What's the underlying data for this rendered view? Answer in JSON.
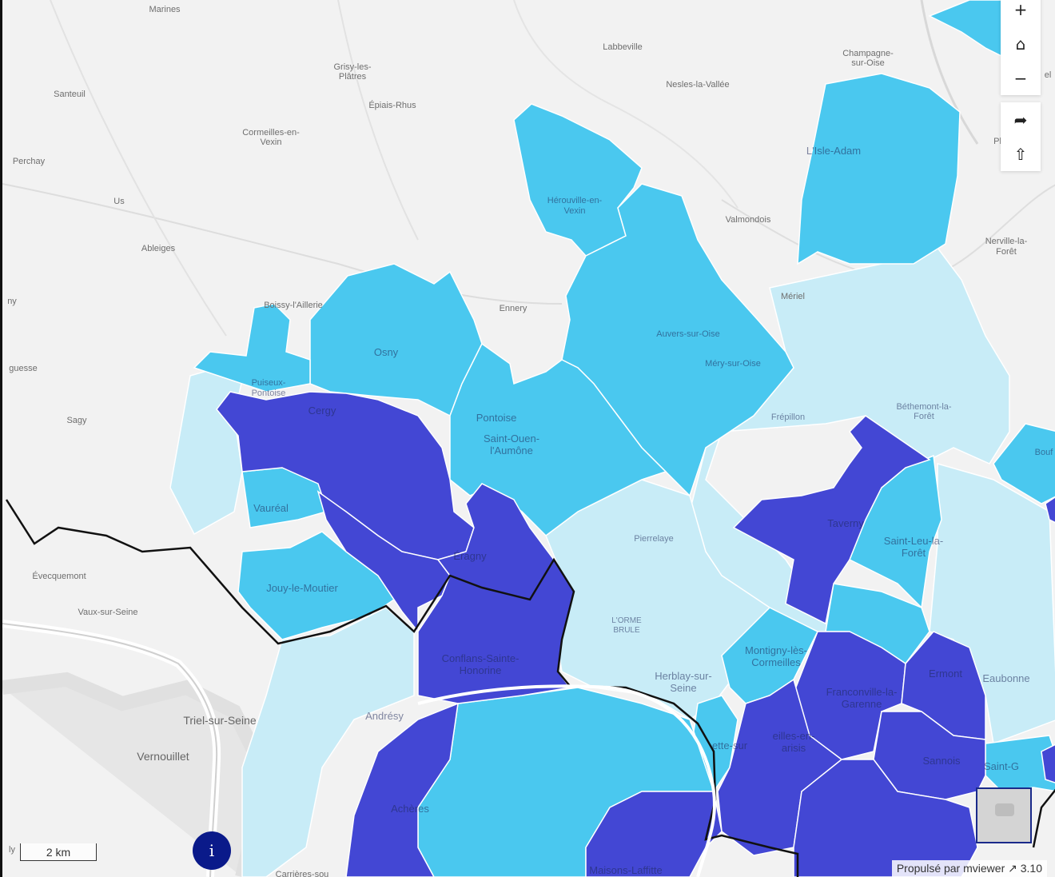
{
  "map": {
    "base_labels": {
      "marines": "Marines",
      "labbeville": "Labbeville",
      "champagne_1": "Champagne-",
      "champagne_2": "sur-Oise",
      "grisy_1": "Grisy-les-",
      "grisy_2": "Plâtres",
      "santeuil": "Santeuil",
      "nesles": "Nesles-la-Vallée",
      "epiais": "Épiais-Rhus",
      "cormeilles_vexin_1": "Cormeilles-en-",
      "cormeilles_vexin_2": "Vexin",
      "perchay": "Perchay",
      "us": "Us",
      "valmondois": "Valmondois",
      "nerville_1": "Nerville-la-",
      "nerville_2": "Forêt",
      "ableiges": "Ableiges",
      "meriel": "Mériel",
      "ennery": "Ennery",
      "boissy": "Boissy-l'Aillerie",
      "ny": "ny",
      "guesse": "guesse",
      "sagy": "Sagy",
      "evecquemont": "Évecquemont",
      "vaux": "Vaux-sur-Seine",
      "triel": "Triel-sur-Seine",
      "vernouillet": "Vernouillet",
      "carrieres": "Carrières-sou",
      "ly": "ly",
      "pl": "Pl",
      "el": "el"
    },
    "commune_labels": {
      "herouville_1": "Hérouville-en-",
      "herouville_2": "Vexin",
      "lisle_adam": "L'Isle-Adam",
      "osny": "Osny",
      "auvers": "Auvers-sur-Oise",
      "mery": "Méry-sur-Oise",
      "puiseux_1": "Puiseux-",
      "puiseux_2": "Pontoise",
      "cergy": "Cergy",
      "pontoise": "Pontoise",
      "st_ouen_1": "Saint-Ouen-",
      "st_ouen_2": "l'Aumône",
      "frepillon": "Frépillon",
      "bethemont_1": "Béthemont-la-",
      "bethemont_2": "Forêt",
      "bouffemont": "Bouf",
      "vaureal": "Vauréal",
      "pierrelaye": "Pierrelaye",
      "taverny": "Taverny",
      "st_leu_1": "Saint-Leu-la-",
      "st_leu_2": "Forêt",
      "eragny": "Éragny",
      "jouy": "Jouy-le-Moutier",
      "orme_1": "L'ORME",
      "orme_2": "BRULE",
      "montigny_1": "Montigny-lès-",
      "montigny_2": "Cormeilles",
      "conflans_1": "Conflans-Sainte-",
      "conflans_2": "Honorine",
      "herblay_1": "Herblay-sur-",
      "herblay_2": "Seine",
      "ermont": "Ermont",
      "eaubonne": "Eaubonne",
      "franconville_1": "Franconville-la-",
      "franconville_2": "Garenne",
      "andresy": "Andrésy",
      "cormeilles_p_1": "eilles-en-",
      "cormeilles_p_2": "arisis",
      "la_frette": "ette-sur",
      "sannois": "Sannois",
      "st_gratien": "Saint-G",
      "acheres": "Achères",
      "maisons": "Maisons-Laffitte"
    },
    "colors": {
      "background": "#f2f2f2",
      "class_light": "#c8ecf7",
      "class_medium": "#4ac8ef",
      "class_dark": "#4347d4",
      "border": "#111111",
      "info_button": "#0a1a8a"
    }
  },
  "controls": {
    "zoom_in": "+",
    "home": "⌂",
    "zoom_out": "−",
    "share": "➦",
    "upload": "⇧"
  },
  "scale_label": "2 km",
  "info_label": "i",
  "attribution": "Propulsé par mviewer ↗ 3.10"
}
